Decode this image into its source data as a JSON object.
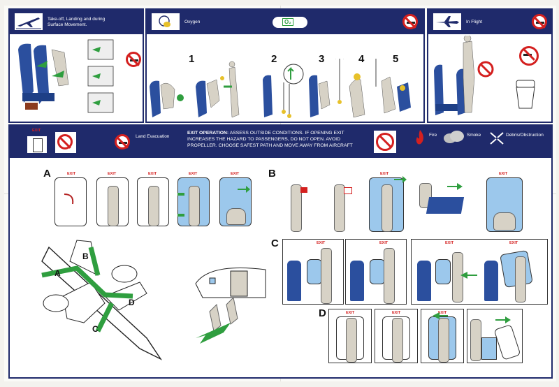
{
  "colors": {
    "navy": "#1f2a6b",
    "red": "#d4201f",
    "green": "#2f9e3f",
    "seat": "#2b4f9e",
    "skin": "#d7d2c6",
    "door": "#9cc8ec"
  },
  "top": {
    "takeoff": {
      "title": "Take-off, Landing and during Surface Movement.",
      "icon": "plane-takeoff-icon"
    },
    "oxygen": {
      "title": "Oxygen",
      "badge": "O₂",
      "steps": [
        "1",
        "2",
        "3",
        "4",
        "5"
      ]
    },
    "inflight": {
      "title": "In Flight"
    }
  },
  "bottom": {
    "exit_label": "EXIT",
    "land_evacuation": "Land Evacuation",
    "exit_operation_heading": "EXIT OPERATION:",
    "exit_operation_text": "ASSESS OUTSIDE CONDITIONS. IF OPENING EXIT INCREASES THE HAZARD TO PASSENGERS, DO NOT OPEN. AVOID PROPELLER. CHOOSE SAFEST PATH AND MOVE AWAY FROM AIRCRAFT",
    "hazards": [
      {
        "label": "Fire",
        "icon": "fire-icon"
      },
      {
        "label": "Smoke",
        "icon": "smoke-icon"
      },
      {
        "label": "Debris/Obstruction",
        "icon": "debris-icon"
      }
    ],
    "sections": {
      "a": "A",
      "b": "B",
      "c": "C",
      "d": "D"
    },
    "diagram_letters": [
      "A",
      "B",
      "C",
      "D"
    ]
  }
}
